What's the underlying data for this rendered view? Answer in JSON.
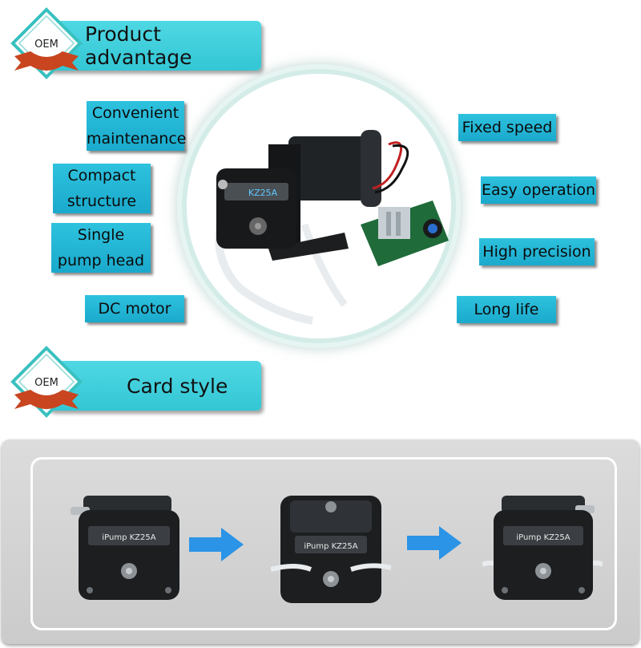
{
  "header_top": {
    "badge_text": "OEM",
    "title": "Product advantage"
  },
  "header_bottom": {
    "badge_text": "OEM",
    "title": "Card style"
  },
  "features_left": [
    {
      "line1": "Convenient",
      "line2": "maintenance"
    },
    {
      "line1": "Compact",
      "line2": "structure"
    },
    {
      "line1": "Single",
      "line2": "pump head"
    },
    {
      "line1": "DC motor"
    }
  ],
  "features_right": [
    {
      "text": "Fixed speed"
    },
    {
      "text": "Easy operation"
    },
    {
      "text": "High precision"
    },
    {
      "text": "Long life"
    }
  ],
  "product_labels": {
    "pump_model": "KZ25A",
    "card_model_1": "iPump KZ25A",
    "card_model_2": "iPump KZ25A",
    "card_model_3": "iPump KZ25A"
  },
  "colors": {
    "banner": "#33c6d4",
    "label_box": "#1aa9cc",
    "arrow": "#2b94e6",
    "ribbon": "#c8451f",
    "diamond_border": "#39c0c0"
  },
  "icons": [
    "oem-badge-icon",
    "right-arrow-icon",
    "peristaltic-pump-image",
    "pump-head-image"
  ]
}
